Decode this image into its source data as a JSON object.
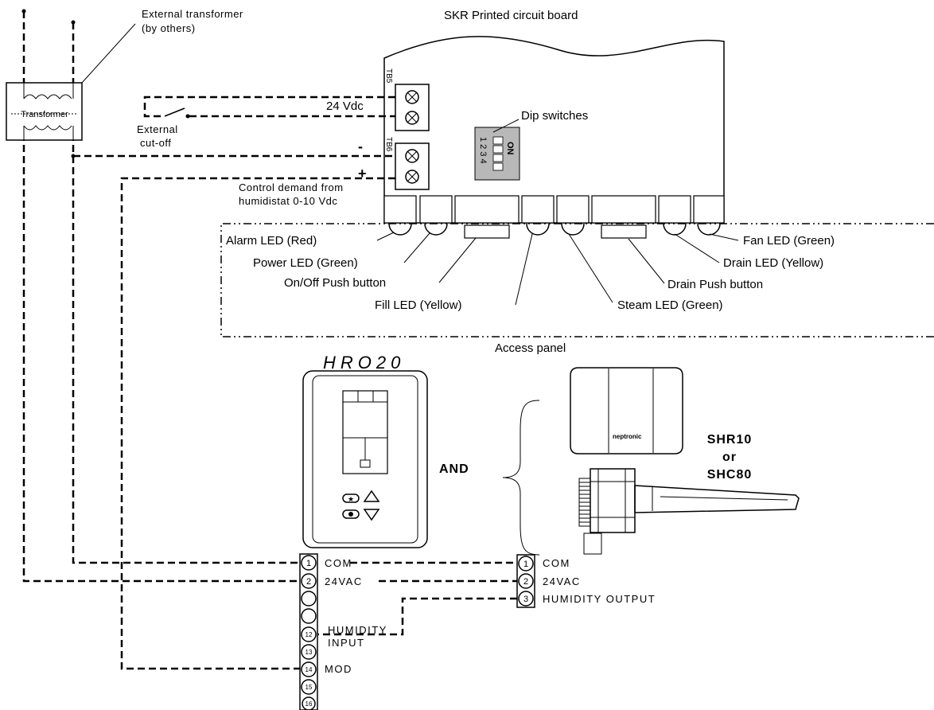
{
  "transformer": {
    "label": "Transformer",
    "external_label_line1": "External transformer",
    "external_label_line2": "(by others)"
  },
  "board": {
    "title": "SKR Printed circuit board",
    "tb5": "TB5",
    "tb6": "TB6",
    "dip_label": "Dip switches",
    "dip_on": "ON",
    "dip_numbers": "1 2 3 4"
  },
  "wiring": {
    "vdc24": "24 Vdc",
    "cutoff_line1": "External",
    "cutoff_line2": "cut-off",
    "minus": "-",
    "plus": "+",
    "control_line1": "Control demand from",
    "control_line2": "humidistat 0-10 Vdc"
  },
  "leds": {
    "alarm": "Alarm LED (Red)",
    "power": "Power LED (Green)",
    "onoff": "On/Off Push button",
    "fill": "Fill LED (Yellow)",
    "steam": "Steam LED (Green)",
    "drain_button": "Drain Push button",
    "drain_led": "Drain LED (Yellow)",
    "fan": "Fan LED (Green)"
  },
  "access_panel": "Access panel",
  "hro20": {
    "title": "HRO20",
    "and_label": "AND",
    "terminals": [
      "1",
      "2",
      "",
      "",
      "12",
      "13",
      "14",
      "15",
      "16"
    ],
    "com": "COM",
    "vac24": "24VAC",
    "humidity_input_1": "HUMIDITY",
    "humidity_input_2": "INPUT",
    "mod": "MOD"
  },
  "sensor": {
    "brand": "neptronic",
    "model_1": "SHR10",
    "or": "or",
    "model_2": "SHC80",
    "terminals": [
      "1",
      "2",
      "3"
    ],
    "com": "COM",
    "vac24": "24VAC",
    "humidity_output": "HUMIDITY OUTPUT"
  }
}
